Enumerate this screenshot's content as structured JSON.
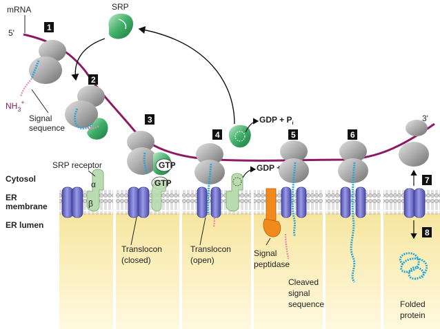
{
  "labels": {
    "mrna": "mRNA",
    "five_prime": "5'",
    "three_prime": "3'",
    "srp": "SRP",
    "nh3": "NH",
    "nh3_sub": "3",
    "nh3_sup": "+",
    "signal_line1": "Signal",
    "signal_line2": "sequence",
    "srp_receptor": "SRP receptor",
    "alpha": "α",
    "beta": "β",
    "cytosol": "Cytosol",
    "er_membrane_line1": "ER",
    "er_membrane_line2": "membrane",
    "er_lumen": "ER lumen",
    "gtp": "GTP",
    "gdp_pi": "GDP + P",
    "pi_sub": "i",
    "translocon_closed_1": "Translocon",
    "translocon_closed_2": "(closed)",
    "translocon_open_1": "Translocon",
    "translocon_open_2": "(open)",
    "signal_peptidase_1": "Signal",
    "signal_peptidase_2": "peptidase",
    "cleaved_1": "Cleaved",
    "cleaved_2": "signal",
    "cleaved_3": "sequence",
    "folded_1": "Folded",
    "folded_2": "protein"
  },
  "steps": [
    "1",
    "2",
    "3",
    "4",
    "5",
    "6",
    "7",
    "8"
  ],
  "colors": {
    "mrna": "#8b1a63",
    "ribosome": "#a9a9a9",
    "srp": "#2e9c5a",
    "receptor": "#b9ddb0",
    "translocon": "#6f6fc8",
    "lumen": "#fbf1bf",
    "peptide": "#29a6d6",
    "signal_seq": "#e889b0",
    "peptidase": "#f08a1c",
    "badge": "#111111"
  }
}
